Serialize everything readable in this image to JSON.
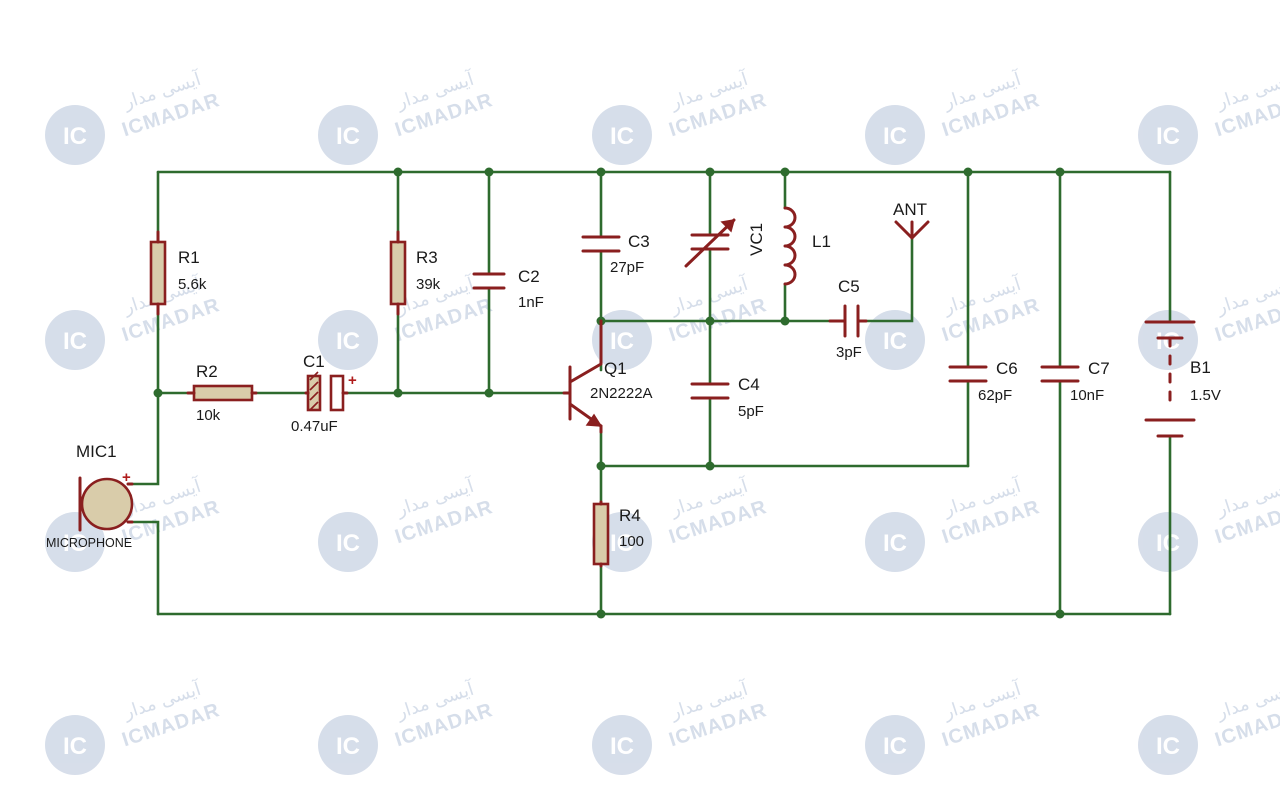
{
  "watermark": {
    "logo": "IC",
    "brand_latin": "ICMADAR",
    "brand_persian": "آیسی مدار"
  },
  "components": {
    "r1": {
      "ref": "R1",
      "value": "5.6k"
    },
    "r2": {
      "ref": "R2",
      "value": "10k"
    },
    "r3": {
      "ref": "R3",
      "value": "39k"
    },
    "r4": {
      "ref": "R4",
      "value": "100"
    },
    "c1": {
      "ref": "C1",
      "value": "0.47uF",
      "polarity": "+"
    },
    "c2": {
      "ref": "C2",
      "value": "1nF"
    },
    "c3": {
      "ref": "C3",
      "value": "27pF"
    },
    "c4": {
      "ref": "C4",
      "value": "5pF"
    },
    "c5": {
      "ref": "C5",
      "value": "3pF"
    },
    "c6": {
      "ref": "C6",
      "value": "62pF"
    },
    "c7": {
      "ref": "C7",
      "value": "10nF"
    },
    "vc1": {
      "ref": "VC1"
    },
    "l1": {
      "ref": "L1"
    },
    "q1": {
      "ref": "Q1",
      "value": "2N2222A"
    },
    "b1": {
      "ref": "B1",
      "value": "1.5V"
    },
    "mic1": {
      "ref": "MIC1",
      "value": "MICROPHONE",
      "polarity": "+"
    },
    "ant": {
      "ref": "ANT"
    }
  },
  "colors": {
    "wire": "#2e6b2e",
    "component": "#8a1f1f",
    "resistor_fill": "#d9ccaa",
    "watermark": "#c9d3e3"
  }
}
